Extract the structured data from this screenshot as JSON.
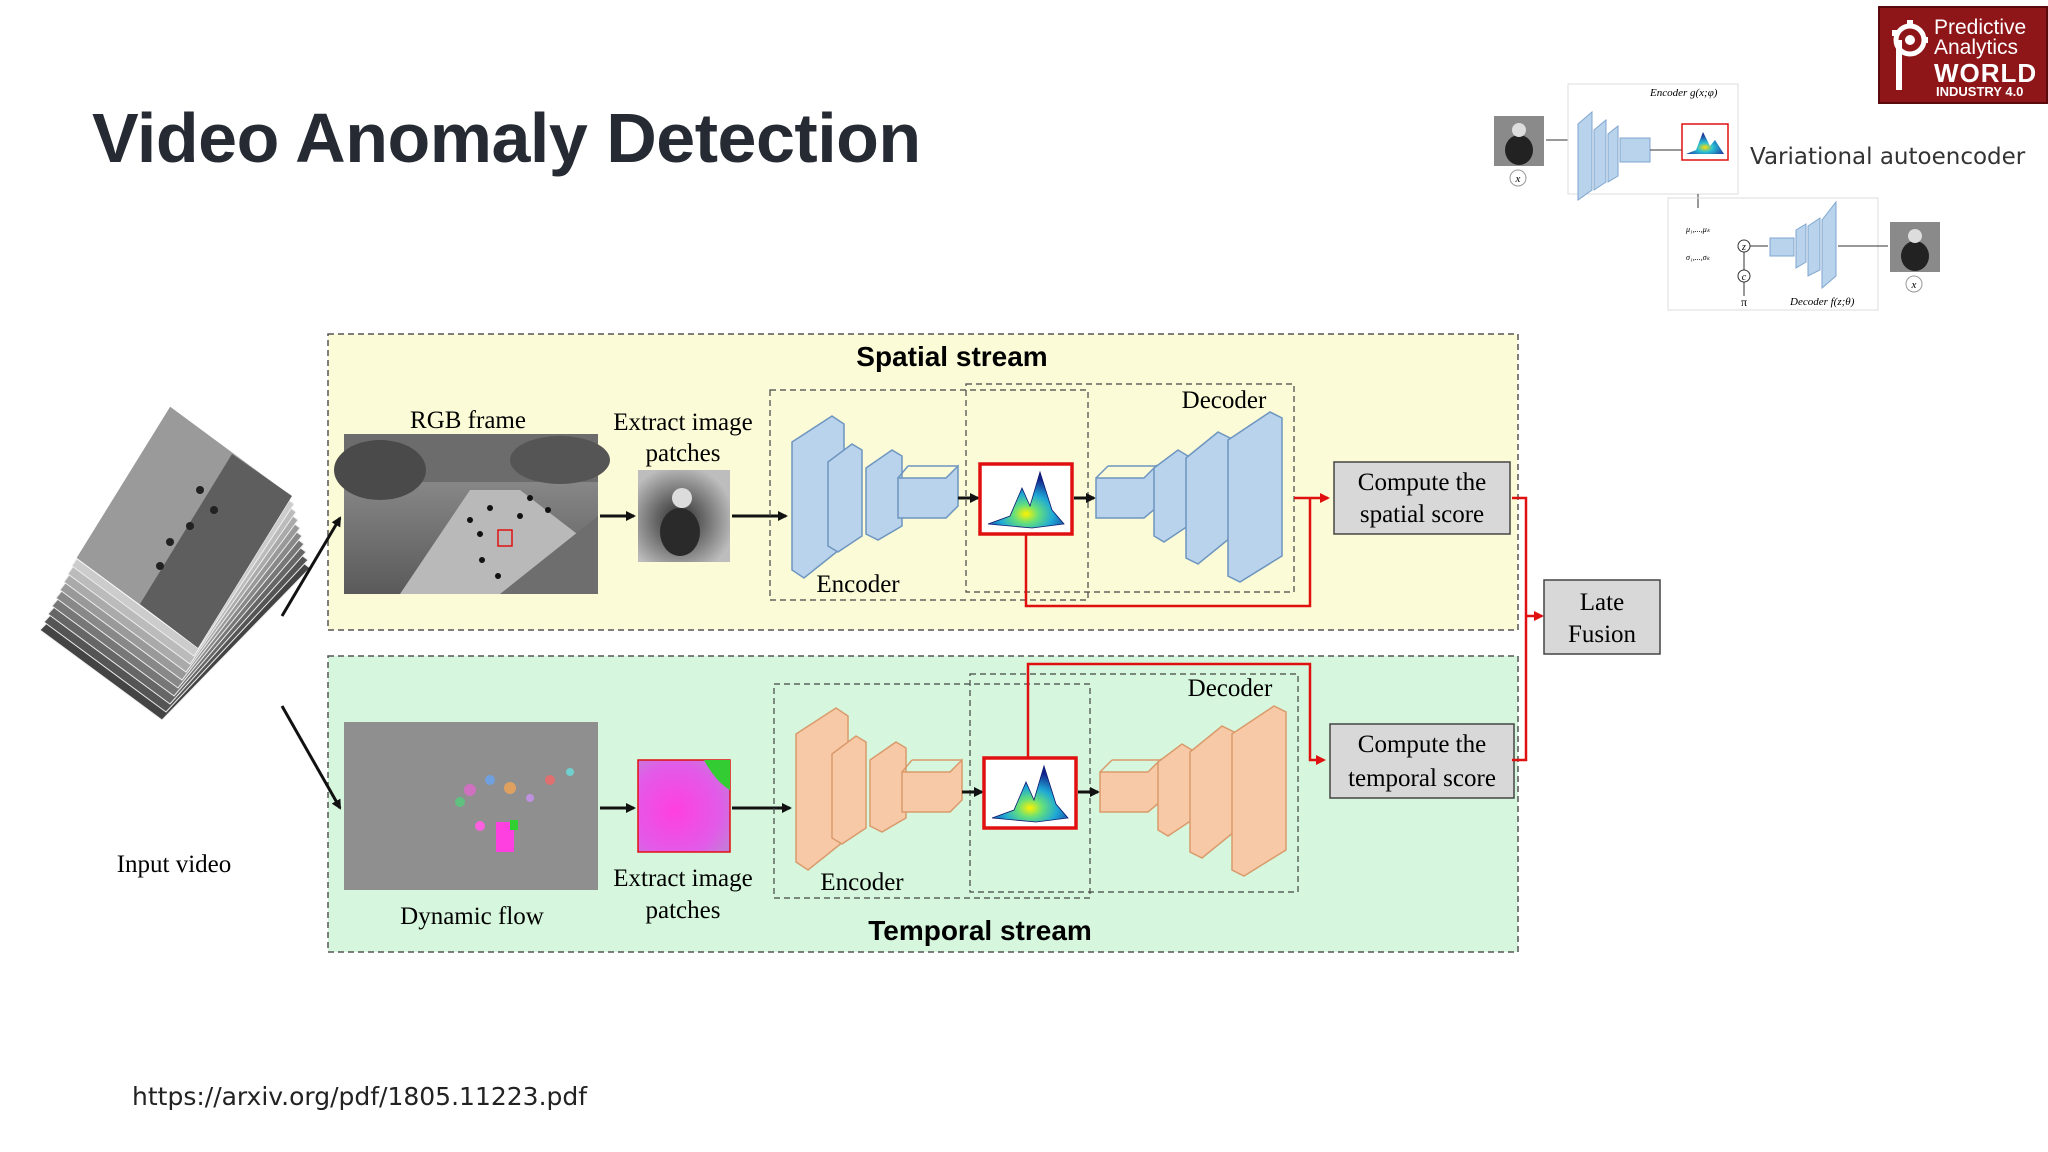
{
  "slide": {
    "title": "Video Anomaly Detection",
    "source_link": "https://arxiv.org/pdf/1805.11223.pdf"
  },
  "logo": {
    "line1": "Predictive",
    "line2": "Analytics",
    "line3": "WORLD",
    "line4": "INDUSTRY 4.0"
  },
  "vae_inset": {
    "label": "Variational autoencoder",
    "encoder_label": "Encoder g(x;φ)",
    "decoder_label": "Decoder f(z;θ)",
    "x_in": "x",
    "x_out": "x",
    "z": "z",
    "c": "c",
    "pi": "π",
    "mu": "μ₁,...,μₖ",
    "sigma": "σ₁,...,σₖ"
  },
  "diagram": {
    "input_video": "Input video",
    "spatial": {
      "title": "Spatial stream",
      "frame_label": "RGB frame",
      "extract_line1": "Extract image",
      "extract_line2": "patches",
      "encoder": "Encoder",
      "decoder": "Decoder",
      "score_line1": "Compute the",
      "score_line2": "spatial score"
    },
    "temporal": {
      "title": "Temporal stream",
      "frame_label": "Dynamic flow",
      "extract_line1": "Extract image",
      "extract_line2": "patches",
      "encoder": "Encoder",
      "decoder": "Decoder",
      "score_line1": "Compute the",
      "score_line2": "temporal score"
    },
    "fusion_line1": "Late",
    "fusion_line2": "Fusion"
  },
  "colors": {
    "spatial_bg": "#fbfbd7",
    "temporal_bg": "#d6f7dd",
    "encoder_blue": "#b9d3ec",
    "encoder_orange": "#f8c9a6",
    "red": "#e01010"
  }
}
